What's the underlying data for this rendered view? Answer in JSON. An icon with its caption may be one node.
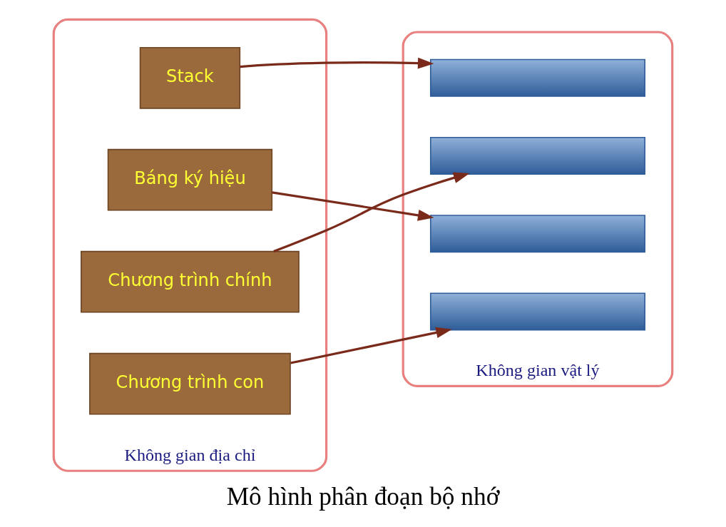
{
  "diagram": {
    "title": "Mô hình phân đoạn bộ nhớ",
    "nodes": [
      {
        "text": [
          "Không gian địa chỉ"
        ]
      },
      {
        "text": [
          "Stack"
        ],
        "in": 0
      },
      {
        "text": [
          "Báng ký hiệu"
        ],
        "in": 0
      },
      {
        "text": [
          "Chương trình chính"
        ],
        "in": 0
      },
      {
        "text": [
          "Chương trình con"
        ],
        "in": 0
      },
      {
        "text": [
          "Không gian vật lý"
        ]
      },
      {
        "text": [],
        "shape": "bar",
        "in": 5
      },
      {
        "text": [],
        "shape": "bar",
        "in": 5
      },
      {
        "text": [],
        "shape": "bar",
        "in": 5
      },
      {
        "text": [],
        "shape": "bar",
        "in": 5
      }
    ],
    "edges": [
      {
        "from": 1,
        "to": 6,
        "arrow": "to"
      },
      {
        "from": 3,
        "to": 7,
        "arrow": "to"
      },
      {
        "from": 2,
        "to": 8,
        "arrow": "to"
      },
      {
        "from": 4,
        "to": 9,
        "arrow": "to"
      }
    ]
  }
}
